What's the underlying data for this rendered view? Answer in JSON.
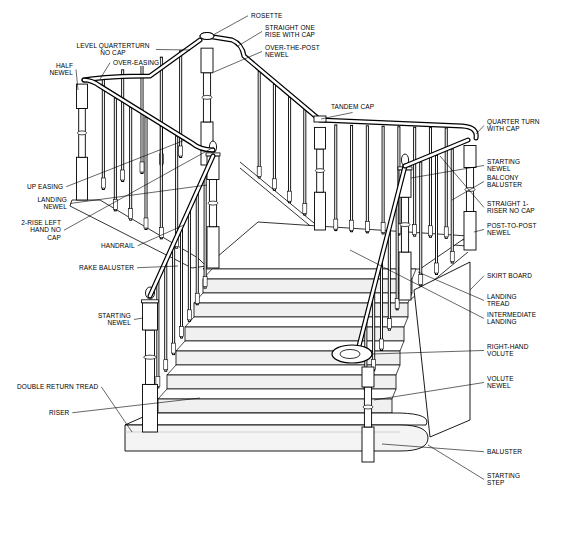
{
  "diagram": {
    "labels": [
      "LEVEL QUARTERTURN NO CAP",
      "HALF NEWEL",
      "OVER-EASING",
      "UP EASING",
      "LANDING NEWEL",
      "2-RISE LEFT HAND NO CAP",
      "HANDRAIL",
      "RAKE BALUSTER",
      "STARTING NEWEL",
      "DOUBLE RETURN TREAD",
      "RISER",
      "ROSETTE",
      "STRAIGHT ONE RISE WITH CAP",
      "OVER-THE-POST NEWEL",
      "TANDEM CAP",
      "QUARTER TURN WITH CAP",
      "STARTING NEWEL",
      "BALCONY BALUSTER",
      "STRAIGHT 1-RISER NO CAP",
      "POST-TO-POST NEWEL",
      "SKIRT BOARD",
      "LANDING TREAD",
      "INTERMEDIATE LANDING",
      "RIGHT-HAND VOLUTE",
      "VOLUTE NEWEL",
      "BALUSTER",
      "STARTING STEP"
    ]
  }
}
